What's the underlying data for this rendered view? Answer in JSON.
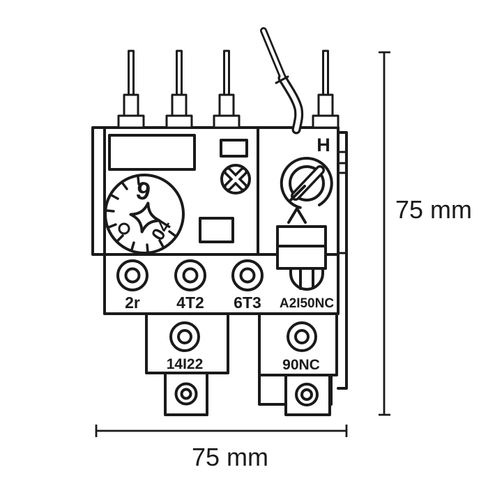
{
  "colors": {
    "line": "#1a1a1a",
    "background": "#ffffff"
  },
  "dimensions": {
    "height_label": "75 mm",
    "width_label": "75 mm"
  },
  "device": {
    "mode_label": "H",
    "dial": {
      "num_top": "9",
      "num_side": "04"
    },
    "row1_labels": [
      "2r",
      "4T2",
      "6T3",
      "A2I50NC"
    ],
    "row2_labels": [
      "14I22",
      "90NC"
    ]
  }
}
